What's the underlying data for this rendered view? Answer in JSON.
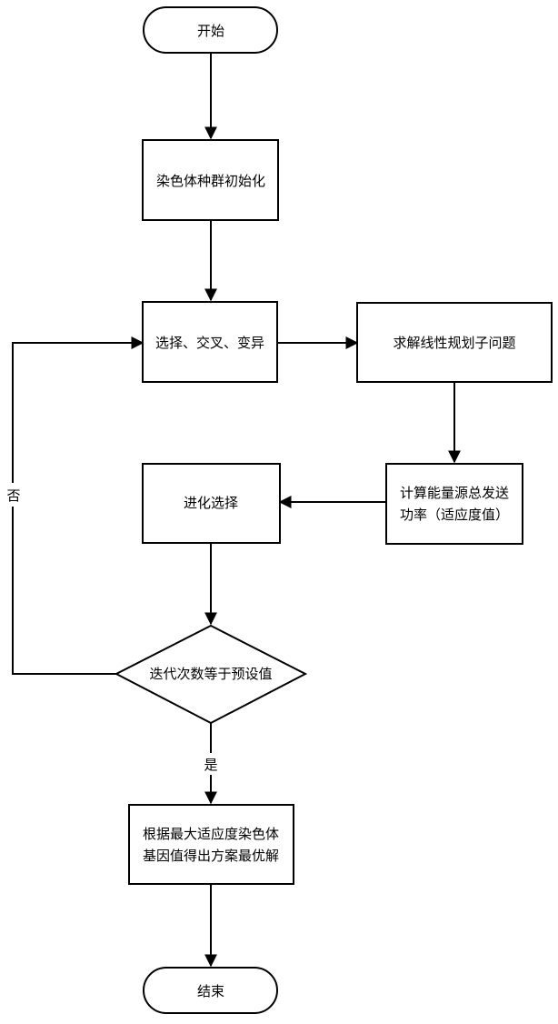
{
  "nodes": {
    "start": {
      "label": "开始"
    },
    "init": {
      "label": "染色体种群初始化"
    },
    "ops": {
      "label": "选择、交叉、变异"
    },
    "lp": {
      "label": "求解线性规划子问题"
    },
    "fitness": {
      "line1": "计算能量源总发送",
      "line2": "功率（适应度值）"
    },
    "evolve": {
      "label": "进化选择"
    },
    "decision": {
      "label": "迭代次数等于预设值"
    },
    "result": {
      "line1": "根据最大适应度染色体",
      "line2": "基因值得出方案最优解"
    },
    "end": {
      "label": "结束"
    }
  },
  "edges": {
    "no_label": "否",
    "yes_label": "是"
  }
}
